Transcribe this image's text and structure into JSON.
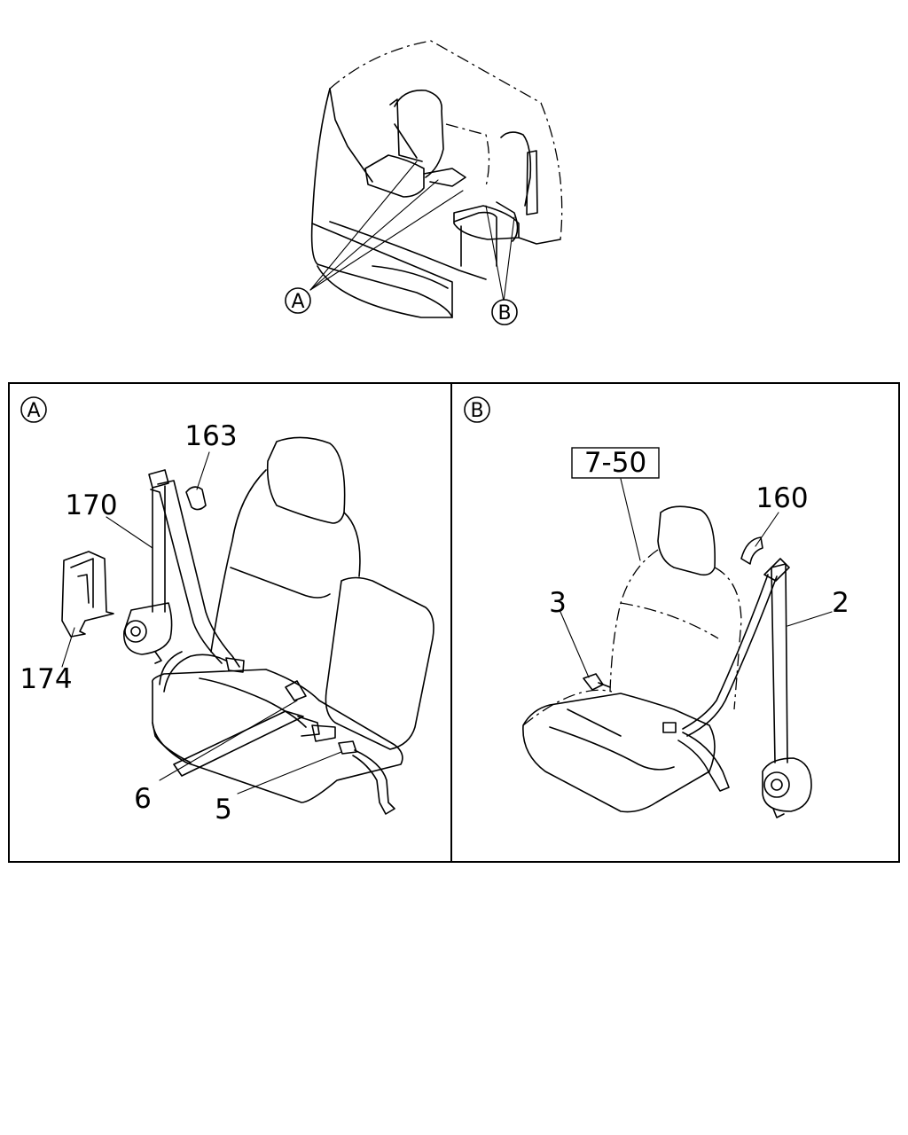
{
  "overview": {
    "callout_a": "A",
    "callout_b": "B"
  },
  "panel_a": {
    "badge": "A",
    "labels": {
      "p163": "163",
      "p170": "170",
      "p174": "174",
      "p6": "6",
      "p5": "5"
    }
  },
  "panel_b": {
    "badge": "B",
    "ref_box": "7-50",
    "labels": {
      "p160": "160",
      "p3": "3",
      "p2": "2"
    }
  }
}
